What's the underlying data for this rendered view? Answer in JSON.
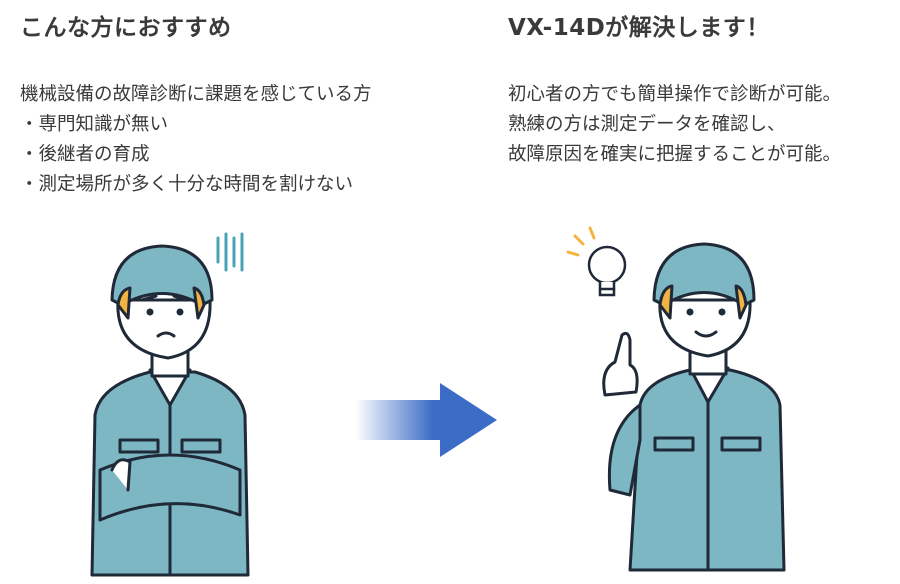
{
  "left": {
    "title": "こんな方におすすめ",
    "lines": [
      "機械設備の故障診断に課題を感じている方",
      "・専門知識が無い",
      "・後継者の育成",
      "・測定場所が多く十分な時間を割けない"
    ]
  },
  "right": {
    "title": "VX-14Dが解決します！",
    "lines": [
      "初心者の方でも簡単操作で診断が可能。",
      "熟練の方は測定データを確認し、",
      "故障原因を確実に把握することが可能。"
    ]
  },
  "colors": {
    "uniform": "#7db7c4",
    "outline": "#1f2937",
    "hair": "#f2b441",
    "arrow": "#3b6cc6",
    "sweat": "#4aa3b5"
  }
}
